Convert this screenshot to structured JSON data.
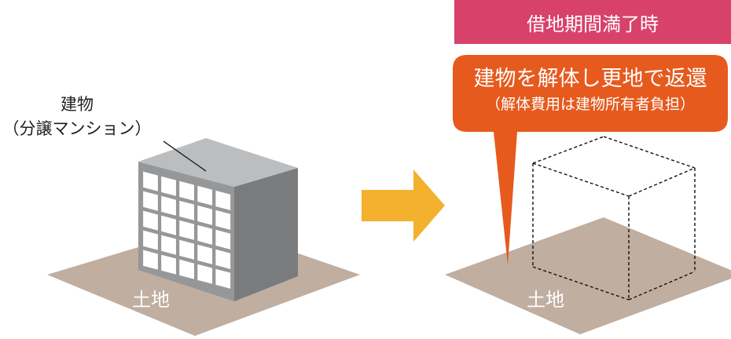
{
  "building": {
    "label_line1": "建物",
    "label_line2": "（分譲マンション）",
    "land_label": "土地"
  },
  "after": {
    "header": "借地期間満了時",
    "callout_main": "建物を解体し更地で返還",
    "callout_sub": "（解体費用は建物所有者負担）",
    "land_label": "土地"
  },
  "colors": {
    "land": "#c0aea0",
    "header": "#d8426a",
    "callout": "#e65a1e",
    "arrow": "#f3b12e",
    "building_top": "#bbbdbf",
    "building_front": "#969798",
    "building_side": "#7a7b7c"
  }
}
